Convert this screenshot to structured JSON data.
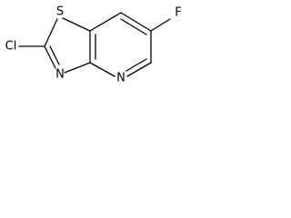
{
  "atoms": {
    "chlorine": "Cl",
    "sulfur": "S",
    "nitrogen_thiazole": "N",
    "nitrogen_pyridine": "N",
    "fluorine": "F"
  },
  "colors": {
    "bond": "#000000",
    "label": "#000000",
    "background": "#ffffff"
  }
}
